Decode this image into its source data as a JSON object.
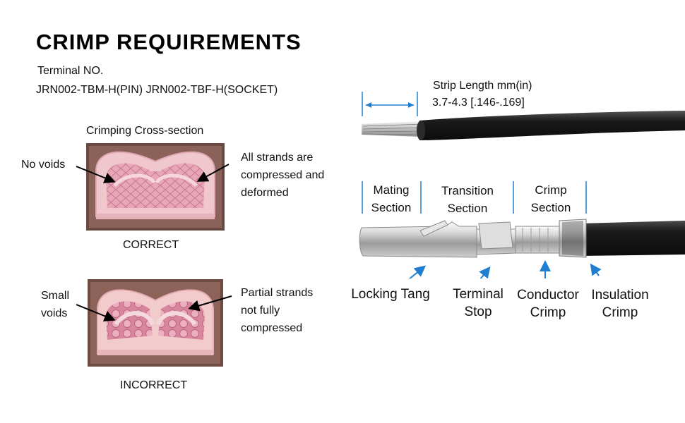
{
  "title": "CRIMP REQUIREMENTS",
  "terminal": {
    "label": "Terminal NO.",
    "part_numbers": "JRN002-TBM-H(PIN) JRN002-TBF-H(SOCKET)"
  },
  "cross_section": {
    "heading": "Crimping Cross-section",
    "correct": {
      "left_note": "No voids",
      "right_note_lines": [
        "All strands are",
        "compressed and",
        "deformed"
      ],
      "caption": "CORRECT"
    },
    "incorrect": {
      "left_note_lines": [
        "Small",
        "voids"
      ],
      "right_note_lines": [
        "Partial strands",
        "not fully",
        "compressed"
      ],
      "caption": "INCORRECT"
    }
  },
  "strip": {
    "label": "Strip Length mm(in)",
    "value": "3.7-4.3 [.146-.169]"
  },
  "sections": [
    {
      "lines": [
        "Mating",
        "Section"
      ]
    },
    {
      "lines": [
        "Transition",
        "Section"
      ]
    },
    {
      "lines": [
        "Crimp",
        "Section"
      ]
    }
  ],
  "callouts": [
    {
      "lines": [
        "Locking Tang"
      ]
    },
    {
      "lines": [
        "Terminal",
        "Stop"
      ]
    },
    {
      "lines": [
        "Conductor",
        "Crimp"
      ]
    },
    {
      "lines": [
        "Insulation",
        "Crimp"
      ]
    }
  ],
  "colors": {
    "accent_blue": "#1f7ed0",
    "wire_black": "#161616",
    "crimp_pink": "#d98aa6"
  }
}
